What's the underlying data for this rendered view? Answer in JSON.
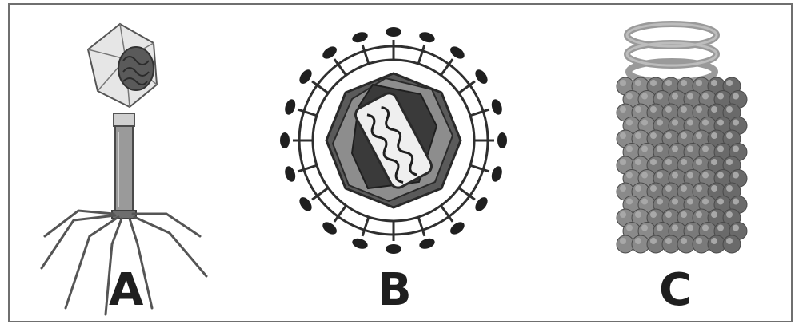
{
  "panels": [
    {
      "label": "A",
      "icon": "bacteriophage-virus-icon"
    },
    {
      "label": "B",
      "icon": "enveloped-virus-icon"
    },
    {
      "label": "C",
      "icon": "helical-virus-icon"
    }
  ],
  "colors": {
    "border": "#6f6f6f",
    "dark": "#2a2a2a",
    "mid": "#8a8a8a",
    "light": "#d8d8d8"
  }
}
